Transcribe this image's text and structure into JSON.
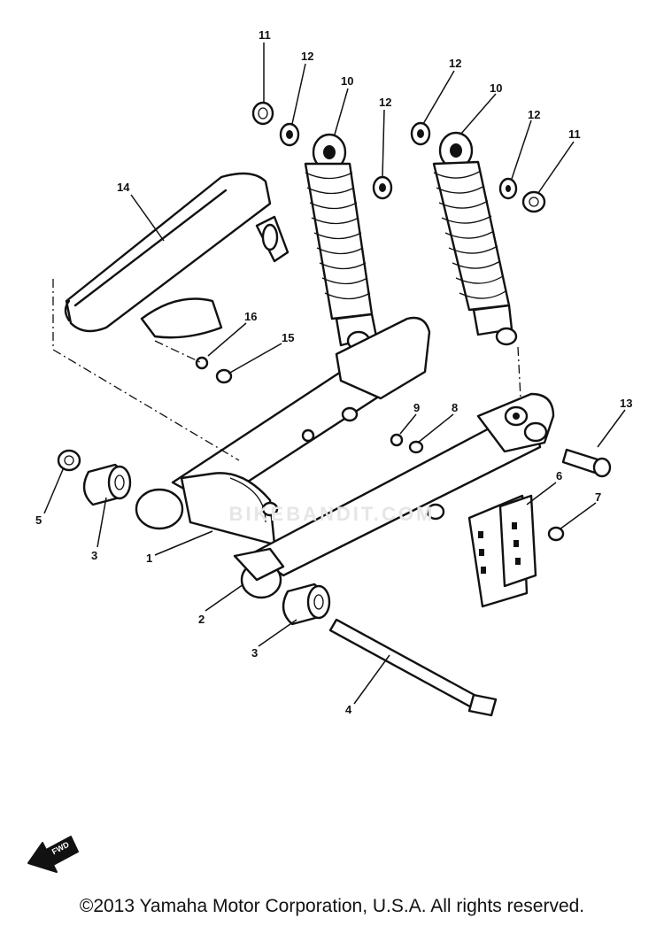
{
  "diagram": {
    "callouts": [
      "1",
      "2",
      "3",
      "3",
      "4",
      "5",
      "6",
      "7",
      "8",
      "9",
      "10",
      "10",
      "11",
      "11",
      "12",
      "12",
      "12",
      "12",
      "13",
      "14",
      "15",
      "16"
    ],
    "watermark": "BIKEBANDIT.COM",
    "arrow_label": "FWD",
    "copyright": "©2013 Yamaha Motor Corporation, U.S.A. All rights reserved."
  }
}
